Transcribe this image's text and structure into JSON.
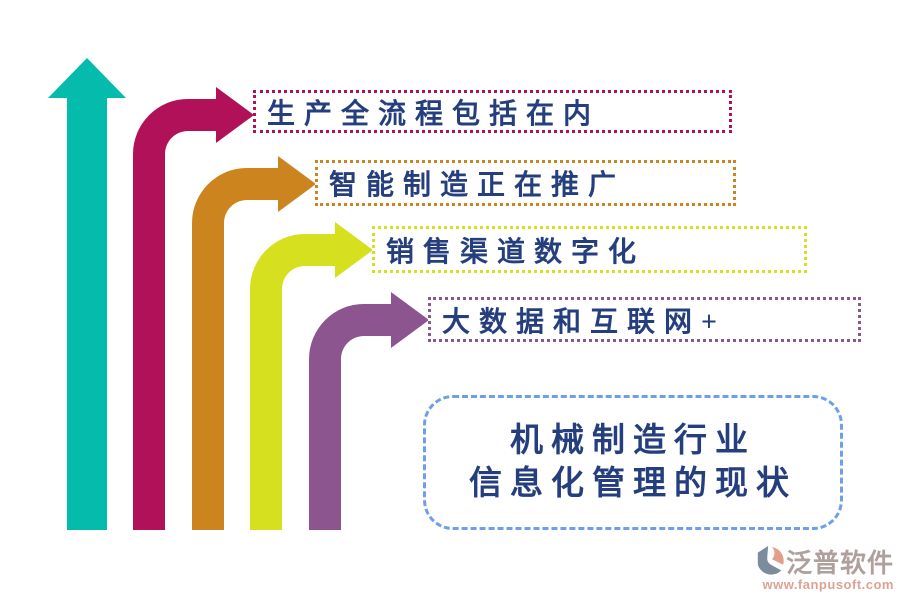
{
  "canvas": {
    "background": "#ffffff"
  },
  "theme": {
    "label_text_color": "#253f7e"
  },
  "growth_arrow": {
    "name": "upward-growth-arrow",
    "color": "#05bcac"
  },
  "items": [
    {
      "label": "生产全流程包括在内",
      "color": "#b01158"
    },
    {
      "label": "智能制造正在推广",
      "color": "#cc851e"
    },
    {
      "label": "销售渠道数字化",
      "color": "#d7e01f"
    },
    {
      "label": "大数据和互联网+",
      "color": "#8d5590"
    }
  ],
  "headline": {
    "line1": "机械制造行业",
    "line2": "信息化管理的现状",
    "border_color": "#6f9fe8",
    "text_color": "#253f7e"
  },
  "watermark": {
    "brand": "泛普软件",
    "url": "www.fanpusoft.com",
    "brand_color": "#a3908c",
    "url_color": "#d8917f",
    "icon_primary": "#66798b",
    "icon_accent": "#dd8e74"
  }
}
